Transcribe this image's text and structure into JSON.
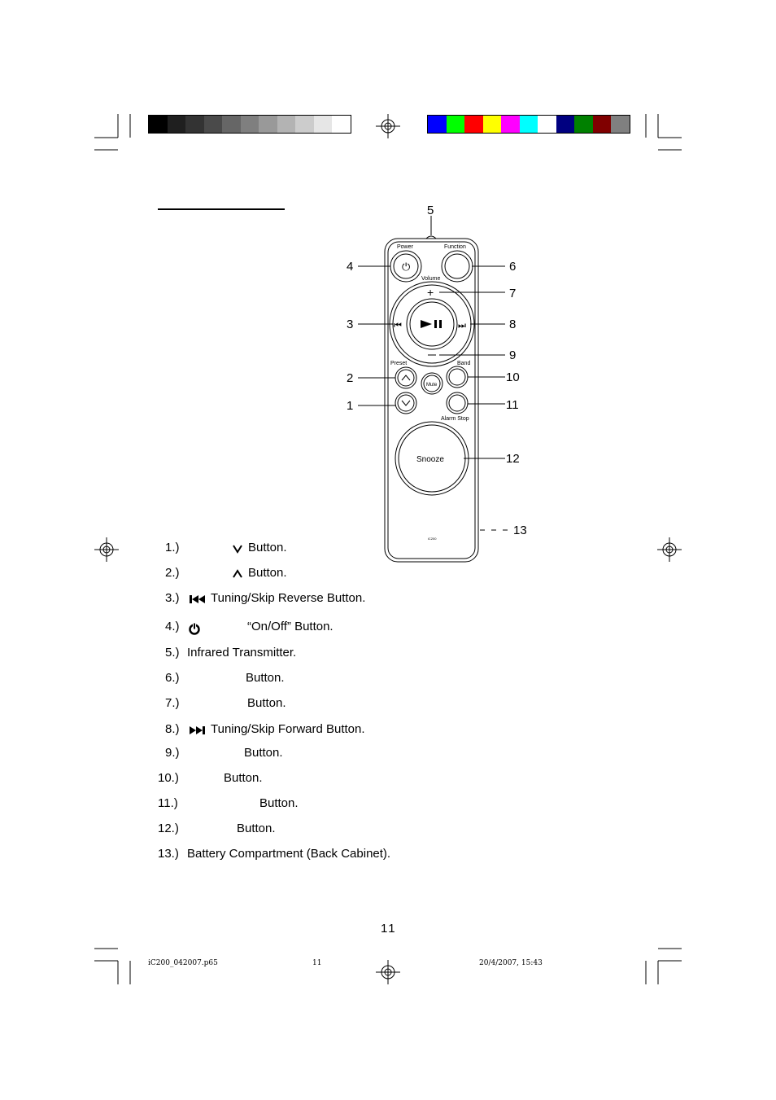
{
  "color_bars": {
    "grayscale": [
      "#000000",
      "#1f1f1f",
      "#333333",
      "#4a4a4a",
      "#666666",
      "#7f7f7f",
      "#999999",
      "#b3b3b3",
      "#cccccc",
      "#e6e6e6",
      "#ffffff"
    ],
    "colors": [
      "#0000ff",
      "#00ff00",
      "#ff0000",
      "#ffff00",
      "#ff00ff",
      "#00ffff",
      "#ffffff",
      "#000080",
      "#008000",
      "#800000",
      "#808080"
    ]
  },
  "remote": {
    "labels": {
      "power": "Power",
      "function": "Function",
      "volume": "Volume",
      "preset": "Preset",
      "band": "Band",
      "mute": "Mute",
      "alarm_stop": "Alarm Stop",
      "snooze": "Snooze",
      "logo": "iC200"
    },
    "callouts": [
      "1",
      "2",
      "3",
      "4",
      "5",
      "6",
      "7",
      "8",
      "9",
      "10",
      "11",
      "12",
      "13"
    ]
  },
  "items": [
    {
      "num": "1.)",
      "icon": "v",
      "text": "Button."
    },
    {
      "num": "2.)",
      "icon": "^",
      "text": "Button."
    },
    {
      "num": "3.)",
      "icon": "skip-back",
      "text": "Tuning/Skip Reverse Button."
    },
    {
      "num": "4.)",
      "icon": "power",
      "text": "“On/Off” Button."
    },
    {
      "num": "5.)",
      "text": "Infrared Transmitter."
    },
    {
      "num": "6.)",
      "text": "Button."
    },
    {
      "num": "7.)",
      "text": "Button."
    },
    {
      "num": "8.)",
      "icon": "skip-forward",
      "text": "Tuning/Skip Forward Button."
    },
    {
      "num": "9.)",
      "text": "Button."
    },
    {
      "num": "10.)",
      "text": "Button."
    },
    {
      "num": "11.)",
      "text": "Button."
    },
    {
      "num": "12.)",
      "text": "Button."
    },
    {
      "num": "13.)",
      "text": "Battery Compartment (Back Cabinet)."
    }
  ],
  "page_number": "11",
  "footer": {
    "file": "iC200_042007.p65",
    "page": "11",
    "datetime": "20/4/2007, 15:43"
  }
}
